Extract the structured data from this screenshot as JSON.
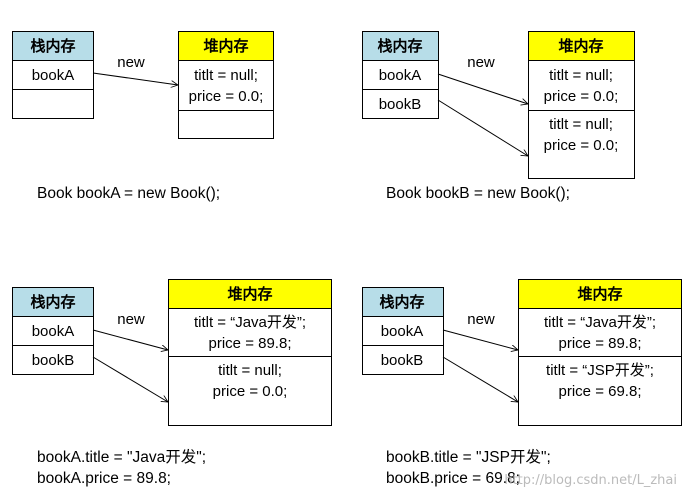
{
  "labels": {
    "stack_header": "栈内存",
    "heap_header": "堆内存",
    "new_label": "new",
    "var_a": "bookA",
    "var_b": "bookB"
  },
  "objects": {
    "null_title": "titlt = null;",
    "null_price": "price = 0.0;",
    "java_title": "titlt = “Java开发”;",
    "java_price": "price = 89.8;",
    "jsp_title": "titlt = “JSP开发”;",
    "jsp_price": "price = 69.8;"
  },
  "code": {
    "panel1": "Book bookA = new Book();",
    "panel2": "Book bookB = new Book();",
    "panel3_line1": "bookA.title = \"Java开发\";",
    "panel3_line2": "bookA.price = 89.8;",
    "panel4_line1": "bookB.title = \"JSP开发\";",
    "panel4_line2": "bookB.price = 69.8;"
  },
  "watermark": "http://blog.csdn.net/L_zhai",
  "colors": {
    "stack_header_bg": "#b7dde8",
    "heap_header_bg": "#ffff00"
  }
}
